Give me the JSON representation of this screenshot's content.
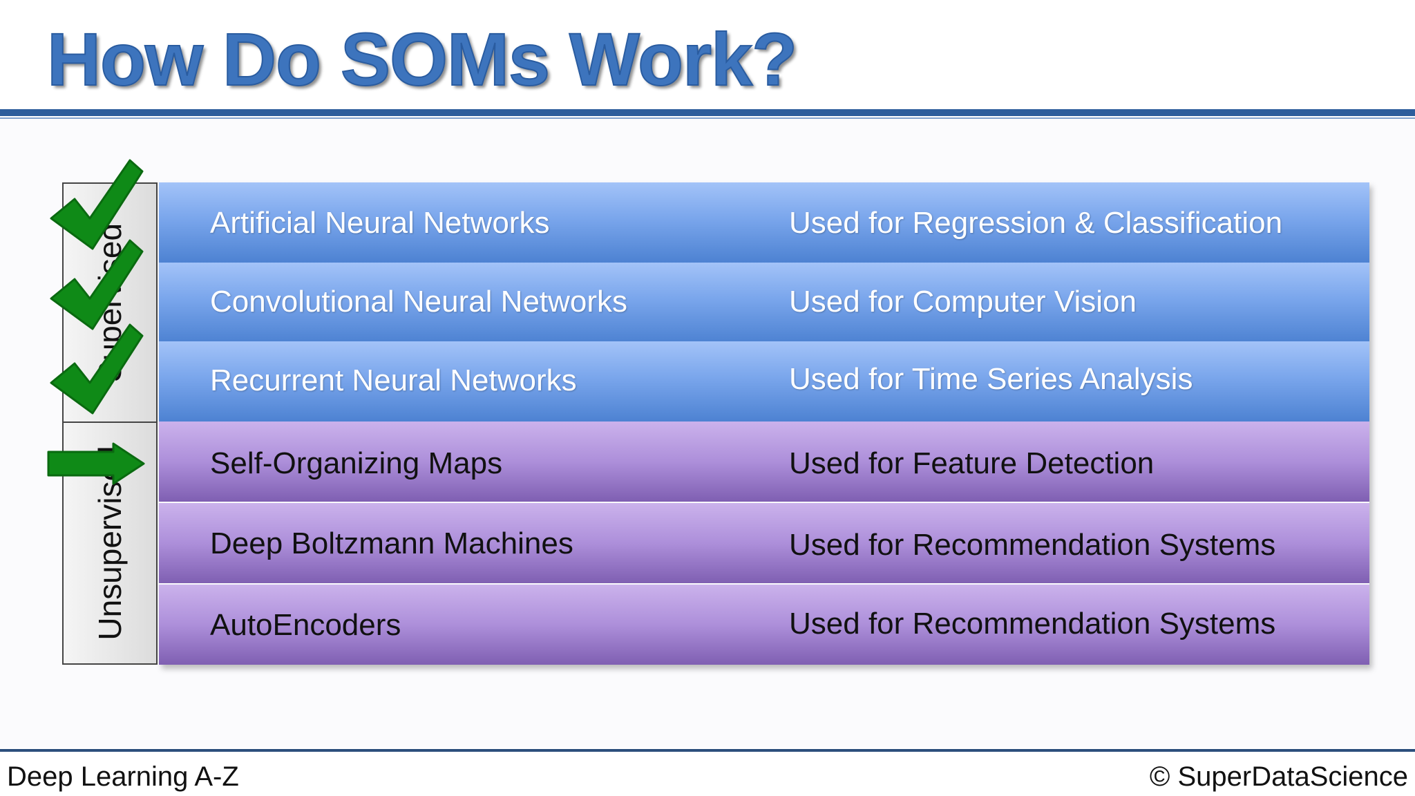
{
  "slide": {
    "title": "How Do SOMs Work?"
  },
  "groups": {
    "supervised": "Supervised",
    "unsupervised": "Unsupervised"
  },
  "rows": [
    {
      "name": "Artificial Neural Networks",
      "use": "Used for Regression & Classification",
      "group": "supervised",
      "marker": "checkmark-icon"
    },
    {
      "name": "Convolutional Neural Networks",
      "use": "Used for Computer Vision",
      "group": "supervised",
      "marker": "checkmark-icon"
    },
    {
      "name": "Recurrent Neural Networks",
      "use": "Used for Time Series Analysis",
      "group": "supervised",
      "marker": "checkmark-icon"
    },
    {
      "name": "Self-Organizing Maps",
      "use": "Used for Feature Detection",
      "group": "unsupervised",
      "marker": "arrow-right-icon"
    },
    {
      "name": "Deep Boltzmann Machines",
      "use": "Used for Recommendation Systems",
      "group": "unsupervised",
      "marker": ""
    },
    {
      "name": "AutoEncoders",
      "use": "Used for Recommendation Systems",
      "group": "unsupervised",
      "marker": ""
    }
  ],
  "footer": {
    "left": "Deep Learning A-Z",
    "right": "© SuperDataScience"
  },
  "colors": {
    "title": "#3d74bd",
    "rule": "#2c5d9c",
    "supervised_row": "#6f9ee6",
    "unsupervised_row": "#a98bd6",
    "marker_green": "#0f8a17"
  }
}
